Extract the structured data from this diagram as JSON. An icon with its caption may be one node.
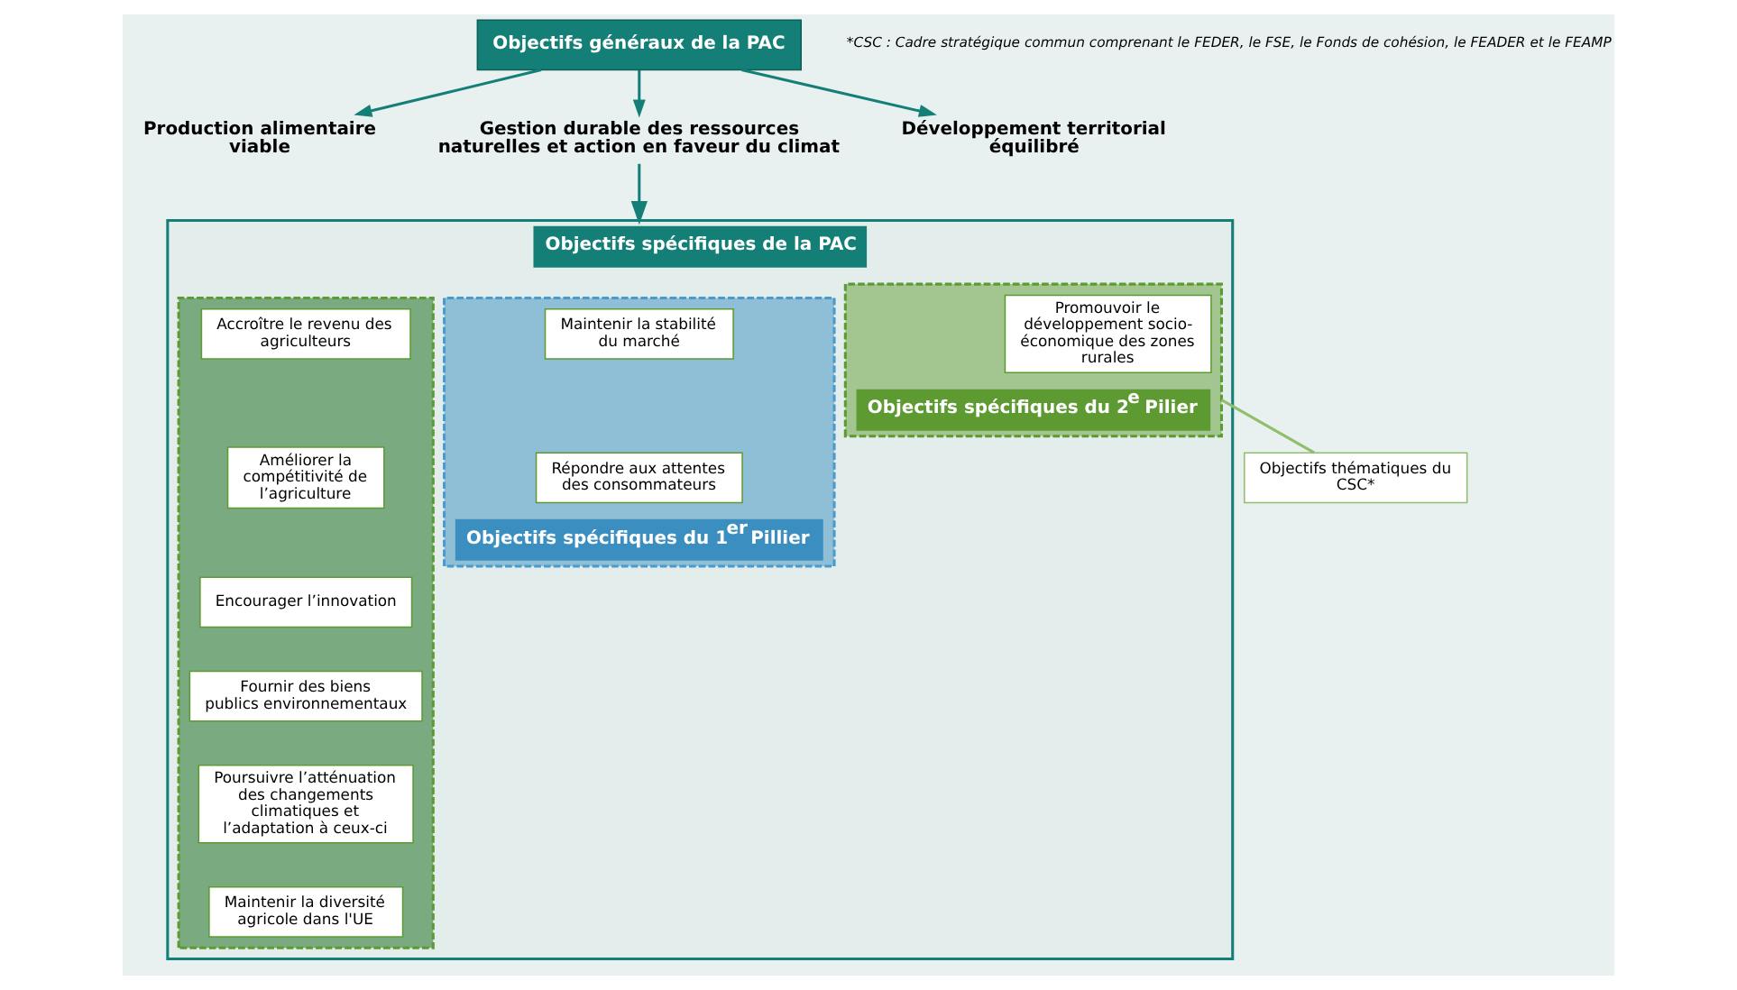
{
  "diagram": {
    "nodes": [
      {
        "text": [
          "Objectifs généraux de la PAC"
        ]
      },
      {
        "text": [
          "Production alimentaire viable"
        ]
      },
      {
        "text": [
          "Gestion durable des ressources naturelles et action en faveur du climat"
        ]
      },
      {
        "text": [
          "Développement territorial équilibré"
        ]
      },
      {
        "text": [
          "Objectifs spécifiques de la PAC"
        ]
      },
      {
        "text": [
          "Objectifs spécifiques du 1$^{er}$ Pillier"
        ],
        "in": 4
      },
      {
        "text": [
          "Maintenir la stabilité du marché"
        ],
        "in": 5
      },
      {
        "text": [
          "Répondre aux attentes des consommateurs"
        ],
        "in": 5
      },
      {
        "text": [],
        "shape": "box",
        "in": 4
      },
      {
        "text": [
          "Accroître le revenu des agriculteurs"
        ],
        "in": 8
      },
      {
        "text": [
          "Améliorer la compétitivité de l’agriculture"
        ],
        "in": 8
      },
      {
        "text": [
          "Encourager l’innovation"
        ],
        "in": 8
      },
      {
        "text": [
          "Fournir des biens publics environnementaux"
        ],
        "in": 8
      },
      {
        "text": [
          "Poursuivre l’atténuation des changements climatiques et l’adaptation à ceux-ci"
        ],
        "in": 8
      },
      {
        "text": [
          "Maintenir la diversité agricole dans l'UE"
        ],
        "in": 8
      },
      {
        "text": [
          "Objectifs spécifiques du 2$^{e}$ Pilier"
        ],
        "in": 4
      },
      {
        "text": [
          "Promouvoir le développement socio-économique des zones rurales"
        ],
        "in": 15
      },
      {
        "text": [
          "Objectifs thématiques du CSC*"
        ]
      }
    ],
    "edges": [
      {
        "from": 0,
        "to": 1,
        "arrow": "to"
      },
      {
        "from": 0,
        "to": 2,
        "arrow": "to"
      },
      {
        "from": 0,
        "to": 3,
        "arrow": "to"
      },
      {
        "from": 2,
        "to": 4,
        "arrow": "to"
      },
      {
        "from": 15,
        "to": 17,
        "arrow": "none",
        "color": "#8fbf6a"
      }
    ],
    "labels": [
      "*CSC : Cadre stratégique commun comprenant le FEDER, le FSE, le Fonds de cohésion, le FEADER et le FEAMP"
    ]
  }
}
